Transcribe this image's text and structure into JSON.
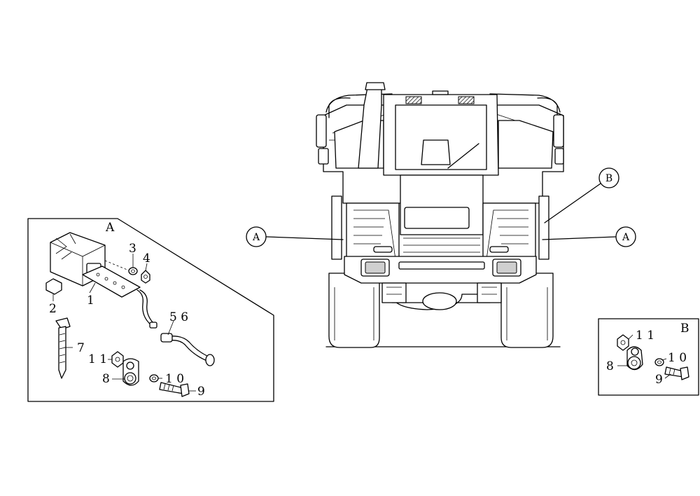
{
  "callouts": {
    "front_left": "A",
    "front_right": "A",
    "front_upper_right": "B"
  },
  "detail_a": {
    "title": "A",
    "labels": {
      "p1": "1",
      "p2": "2",
      "p3": "3",
      "p4": "4",
      "p56": "5 6",
      "p7": "7",
      "p11": "1 1",
      "p8": "8",
      "p10": "1 0",
      "p9": "9"
    }
  },
  "detail_b": {
    "title": "B",
    "labels": {
      "p11": "1 1",
      "p8": "8",
      "p10": "1 0",
      "p9": "9"
    }
  }
}
